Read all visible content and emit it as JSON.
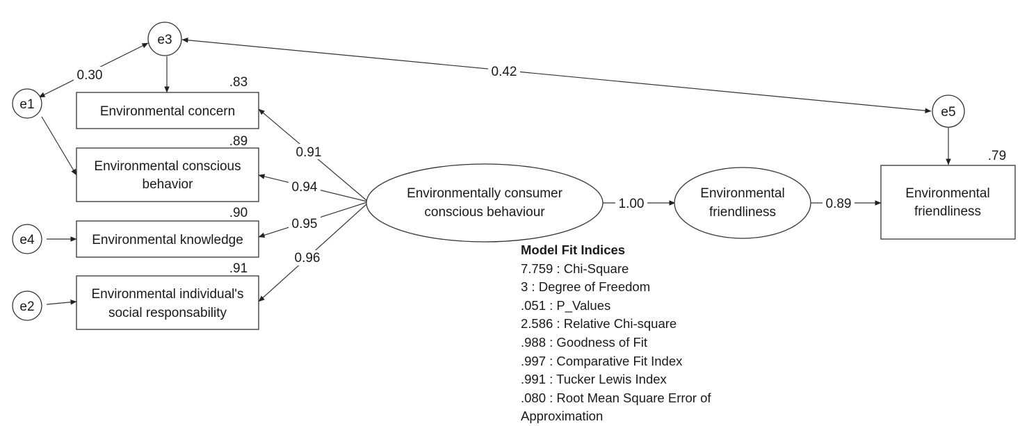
{
  "errors": [
    "e1",
    "e2",
    "e3",
    "e4",
    "e5"
  ],
  "indicators": {
    "concern": "Environmental concern",
    "conscious_behavior": [
      "Environmental conscious",
      "behavior"
    ],
    "knowledge": "Environmental knowledge",
    "social": [
      "Environmental individual's",
      "social responsability"
    ],
    "friendliness_observed": [
      "Environmental",
      "friendliness"
    ]
  },
  "latents": {
    "consumer": [
      "Environmentally consumer",
      "conscious  behaviour"
    ],
    "friendliness": [
      "Environmental",
      "friendliness"
    ]
  },
  "r_squared": {
    "concern": ".83",
    "conscious_behavior": ".89",
    "knowledge": ".90",
    "social": ".91",
    "friendliness_observed": ".79"
  },
  "path_coefficients": {
    "e1_e3": "0.30",
    "e3_e5": "0.42",
    "to_concern": "0.91",
    "to_conscious_behavior": "0.94",
    "to_knowledge": "0.95",
    "to_social": "0.96",
    "consumer_to_friendliness": "1.00",
    "friendliness_to_observed": "0.89"
  },
  "fit": {
    "title": "Model Fit Indices",
    "lines": [
      "7.759 : Chi-Square",
      "3 : Degree of Freedom",
      ".051 : P_Values",
      "2.586 : Relative Chi-square",
      ".988 : Goodness of Fit",
      ".997 : Comparative Fit Index",
      ".991 : Tucker Lewis Index",
      ".080 : Root Mean Square Error of",
      "Approximation"
    ]
  }
}
